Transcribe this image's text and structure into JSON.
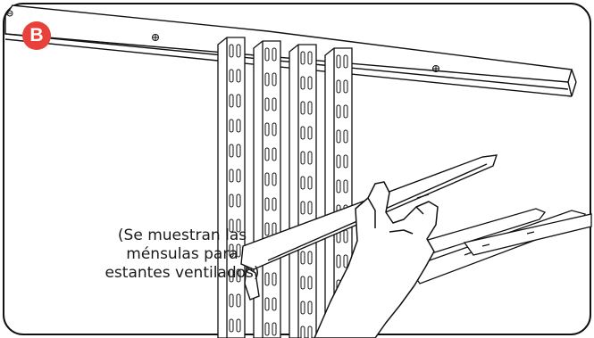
{
  "step": {
    "letter": "B",
    "color": "#e8413b"
  },
  "caption": {
    "lines": [
      "(Se muestran las",
      "ménsulas para",
      "estantes ventilados)"
    ]
  },
  "icons": [
    "screw-icon",
    "hand-icon",
    "shelf-bracket-icon",
    "standard-upright-icon",
    "hanging-rail-icon"
  ]
}
